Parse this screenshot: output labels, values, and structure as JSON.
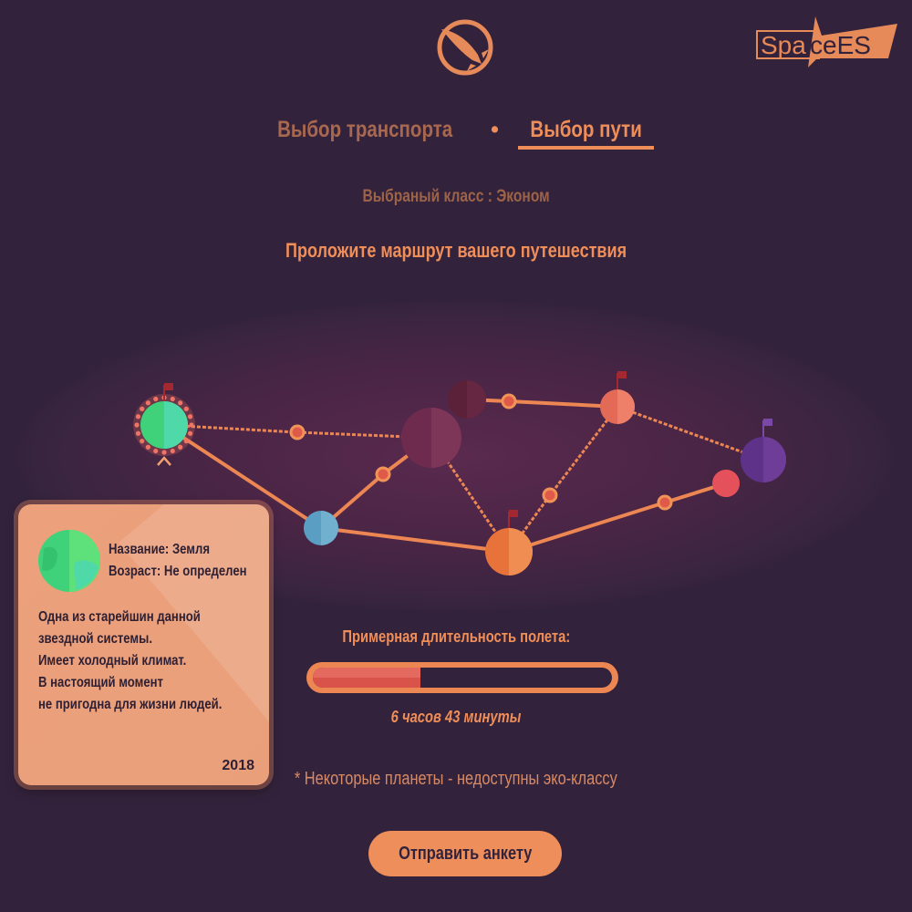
{
  "brand": {
    "logo_text": "SpaceES",
    "accent": "#ef8e58",
    "background": "#33223b"
  },
  "steps": [
    {
      "label": "Выбор транспорта",
      "active": false
    },
    {
      "label": "Выбор пути",
      "active": true
    }
  ],
  "step_separator": "•",
  "selected_class": "Выбраный класс : Эконом",
  "route_title": "Проложите маршрут вашего путешествия",
  "planet_card": {
    "name_line": "Название: Земля",
    "age_line": "Возраст: Не определен",
    "description": [
      "Одна из старейшин данной",
      "звездной системы.",
      "Имеет холодный климат.",
      "В настоящий момент",
      "не пригодна для жизни людей."
    ],
    "year": "2018"
  },
  "duration": {
    "label": "Примерная длительность полета:",
    "value_text": "6 часов 43 минуты",
    "progress_percent": 36
  },
  "note": "* Некоторые планеты - недоступны эко-классу",
  "submit_label": "Отправить анкету",
  "planets": [
    {
      "id": "earth",
      "color": "#3fd27a",
      "color2": "#4fd9a8",
      "flag": "#a3282f",
      "selected": true
    },
    {
      "id": "blue",
      "color": "#5b9ec4",
      "color2": "#72b0cf"
    },
    {
      "id": "maroon-large",
      "color": "#6e2b4e",
      "color2": "#7d3558"
    },
    {
      "id": "maroon-small",
      "color": "#5a2139",
      "color2": "#652741"
    },
    {
      "id": "orange",
      "color": "#e8733a",
      "color2": "#f08d52",
      "flag": "#a3282f"
    },
    {
      "id": "coral",
      "color": "#e46a58",
      "color2": "#ee7f68",
      "flag": "#a3282f"
    },
    {
      "id": "red-small",
      "color": "#e5515a",
      "color2": "#e5515a"
    },
    {
      "id": "purple",
      "color": "#5e3289",
      "color2": "#6d3d98",
      "flag": "#7a49a8"
    }
  ]
}
